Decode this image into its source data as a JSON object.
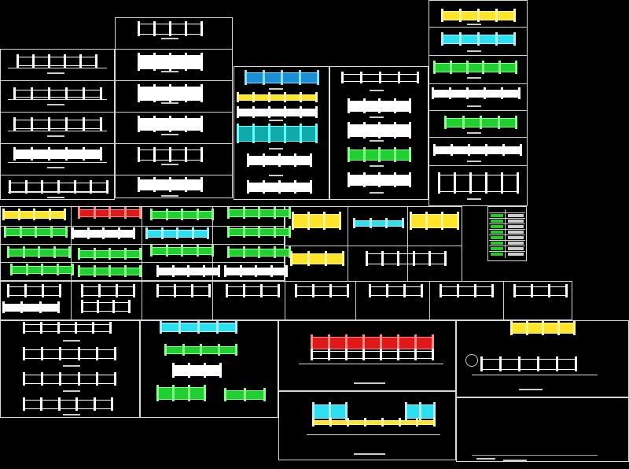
{
  "canvas": {
    "background": "#000000",
    "line_color": "#d8d8d8",
    "palette": {
      "white": "#ffffff",
      "blue": "#1b8fd6",
      "cyan": "#2ce0f0",
      "yellow": "#ffe52a",
      "green": "#20d030",
      "red": "#e01818"
    }
  },
  "drawing": {
    "subject": "fence-wall-elevations",
    "sheets_count": 13,
    "sheets": [
      "sheet-left-elevations",
      "sheet-center-top",
      "sheet-color-blue-fence",
      "sheet-white-elevations",
      "sheet-right-column",
      "sheet-middle-grid",
      "sheet-yellow-details",
      "sheet-table",
      "sheet-bottom-left",
      "sheet-bottom-color",
      "sheet-red-fence",
      "sheet-plan-detail",
      "sheet-lower-blue"
    ]
  }
}
